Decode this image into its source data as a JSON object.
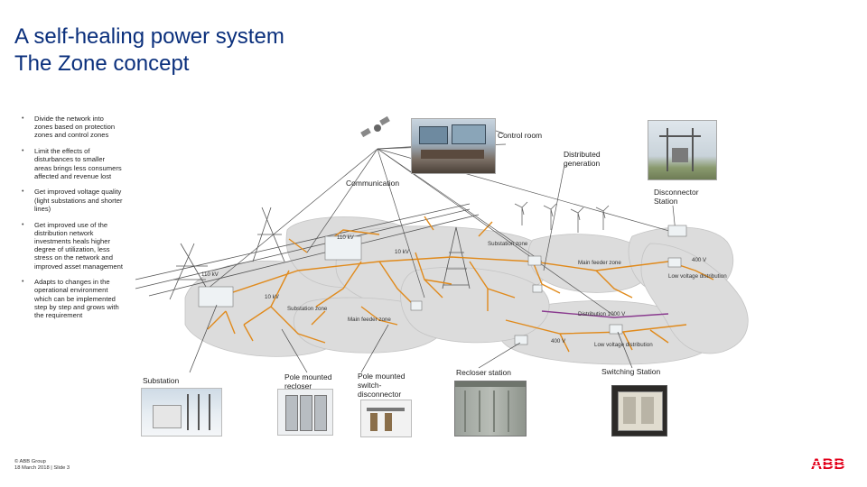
{
  "slide": {
    "title_line1": "A self-healing power system",
    "title_line2": "The Zone concept"
  },
  "bullets": [
    "Divide the network into zones based on protection zones and control zones",
    "Limit the effects of disturbances to smaller areas brings less consumers affected and revenue lost",
    "Get improved voltage quality (light substations and shorter lines)",
    "Get improved use of the distribution network investments heals higher degree of utilization, less stress on the network and improved asset management",
    "Adapts to changes in the operational environment which can be implemented step by step and grows with the requirement"
  ],
  "callouts": {
    "control_room": "Control room",
    "distributed_generation": "Distributed generation",
    "communication": "Communication",
    "disconnector_station": "Disconnector Station"
  },
  "zone_labels": {
    "v110_a": "110 kV",
    "v110_b": "110 kV",
    "v10_a": "10 kV",
    "v10_b": "10 kV",
    "substation_zone_a": "Substation zone",
    "substation_zone_b": "Substation zone",
    "main_feeder_zone_a": "Main feeder zone",
    "main_feeder_zone_b": "Main feeder zone",
    "v400_a": "400 V",
    "v400_b": "400 V",
    "low_voltage_distribution_a": "Low voltage distribution",
    "low_voltage_distribution_b": "Low voltage distribution",
    "distribution_1000v": "Distribution 1000 V"
  },
  "equipment": {
    "substation": "Substation",
    "pole_mounted_recloser": "Pole mounted recloser",
    "pole_mounted_switch": "Pole mounted switch-disconnector",
    "recloser_station": "Recloser station",
    "switching_station": "Switching Station"
  },
  "footer": {
    "copyright": "© ABB Group",
    "date": "18 March 2018 | Slide 3"
  },
  "brand": {
    "logo_text": "ABB",
    "color": "#e2001a"
  },
  "colors": {
    "title": "#0a2f7c",
    "power_lines": "#e08a1c",
    "comm_lines": "#555555",
    "zone_fill": "#dcdcdc"
  }
}
